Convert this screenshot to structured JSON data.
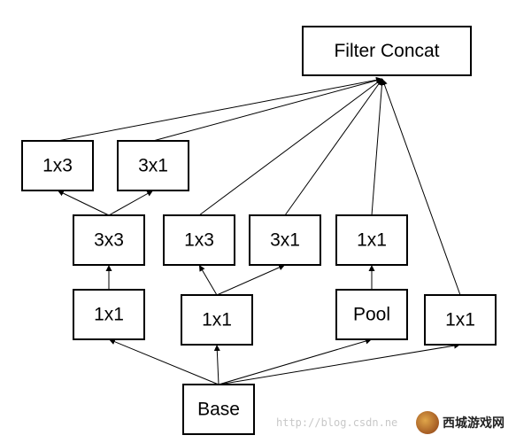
{
  "nodes": {
    "filter_concat": "Filter Concat",
    "left_1x3": "1x3",
    "left_3x1": "3x1",
    "left_3x3": "3x3",
    "mid_1x3": "1x3",
    "mid_3x1": "3x1",
    "pool_1x1": "1x1",
    "left_1x1": "1x1",
    "mid_1x1": "1x1",
    "pool": "Pool",
    "right_1x1": "1x1",
    "base": "Base"
  },
  "edges": [
    [
      "base",
      "left_1x1"
    ],
    [
      "base",
      "mid_1x1"
    ],
    [
      "base",
      "pool"
    ],
    [
      "base",
      "right_1x1"
    ],
    [
      "left_1x1",
      "left_3x3"
    ],
    [
      "left_3x3",
      "left_1x3"
    ],
    [
      "left_3x3",
      "left_3x1"
    ],
    [
      "mid_1x1",
      "mid_1x3"
    ],
    [
      "mid_1x1",
      "mid_3x1"
    ],
    [
      "pool",
      "pool_1x1"
    ],
    [
      "left_1x3",
      "filter_concat"
    ],
    [
      "left_3x1",
      "filter_concat"
    ],
    [
      "mid_1x3",
      "filter_concat"
    ],
    [
      "mid_3x1",
      "filter_concat"
    ],
    [
      "pool_1x1",
      "filter_concat"
    ],
    [
      "right_1x1",
      "filter_concat"
    ]
  ],
  "watermark": "http://blog.csdn.ne",
  "logo_text": "西城游戏网"
}
